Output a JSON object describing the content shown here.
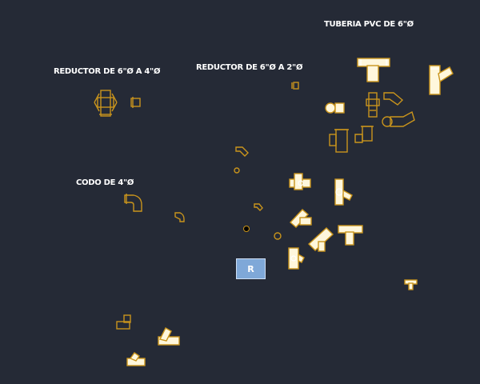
{
  "labels": {
    "reductor_6_4": "REDUCTOR DE 6\"Ø A 4\"Ø",
    "reductor_6_2": "REDUCTOR DE 6\"Ø A 2\"Ø",
    "tuberia_pvc_6": "TUBERIA PVC DE 6\"Ø",
    "codo_4": "CODO DE  4\"Ø"
  },
  "r_button": {
    "label": "R"
  },
  "colors": {
    "background": "#252a36",
    "fitting_outline": "#c9941c",
    "fitting_fill": "#fff7dc",
    "text": "#ffffff",
    "r_button": "#7fa8d8"
  }
}
